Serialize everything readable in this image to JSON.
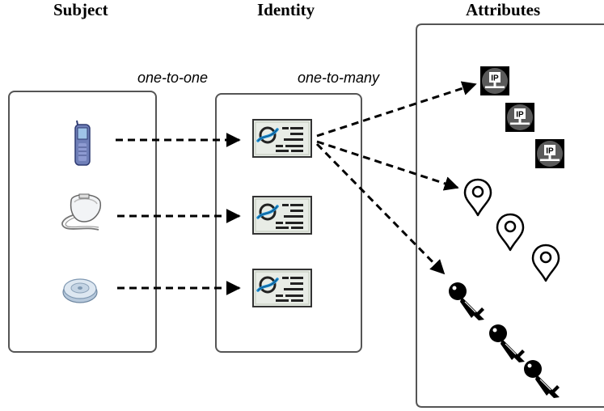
{
  "headers": {
    "subject": "Subject",
    "identity": "Identity",
    "attributes": "Attributes"
  },
  "relations": {
    "one_to_one": "one-to-one",
    "one_to_many": "one-to-many"
  },
  "subject_devices": [
    "mobile-phone-icon",
    "pacemaker-icon",
    "glucose-sensor-icon"
  ],
  "identity_cards": 3,
  "attributes": {
    "ip_addresses": {
      "count": 3,
      "label": "IP",
      "icon": "ip-address-icon"
    },
    "locations": {
      "count": 3,
      "icon": "location-pin-icon"
    },
    "keys": {
      "count": 3,
      "icon": "key-icon"
    }
  },
  "colors": {
    "card_fill": "#e8ece6",
    "card_accent": "#1f8fd3",
    "ip_badge": "#5a5a5a"
  }
}
